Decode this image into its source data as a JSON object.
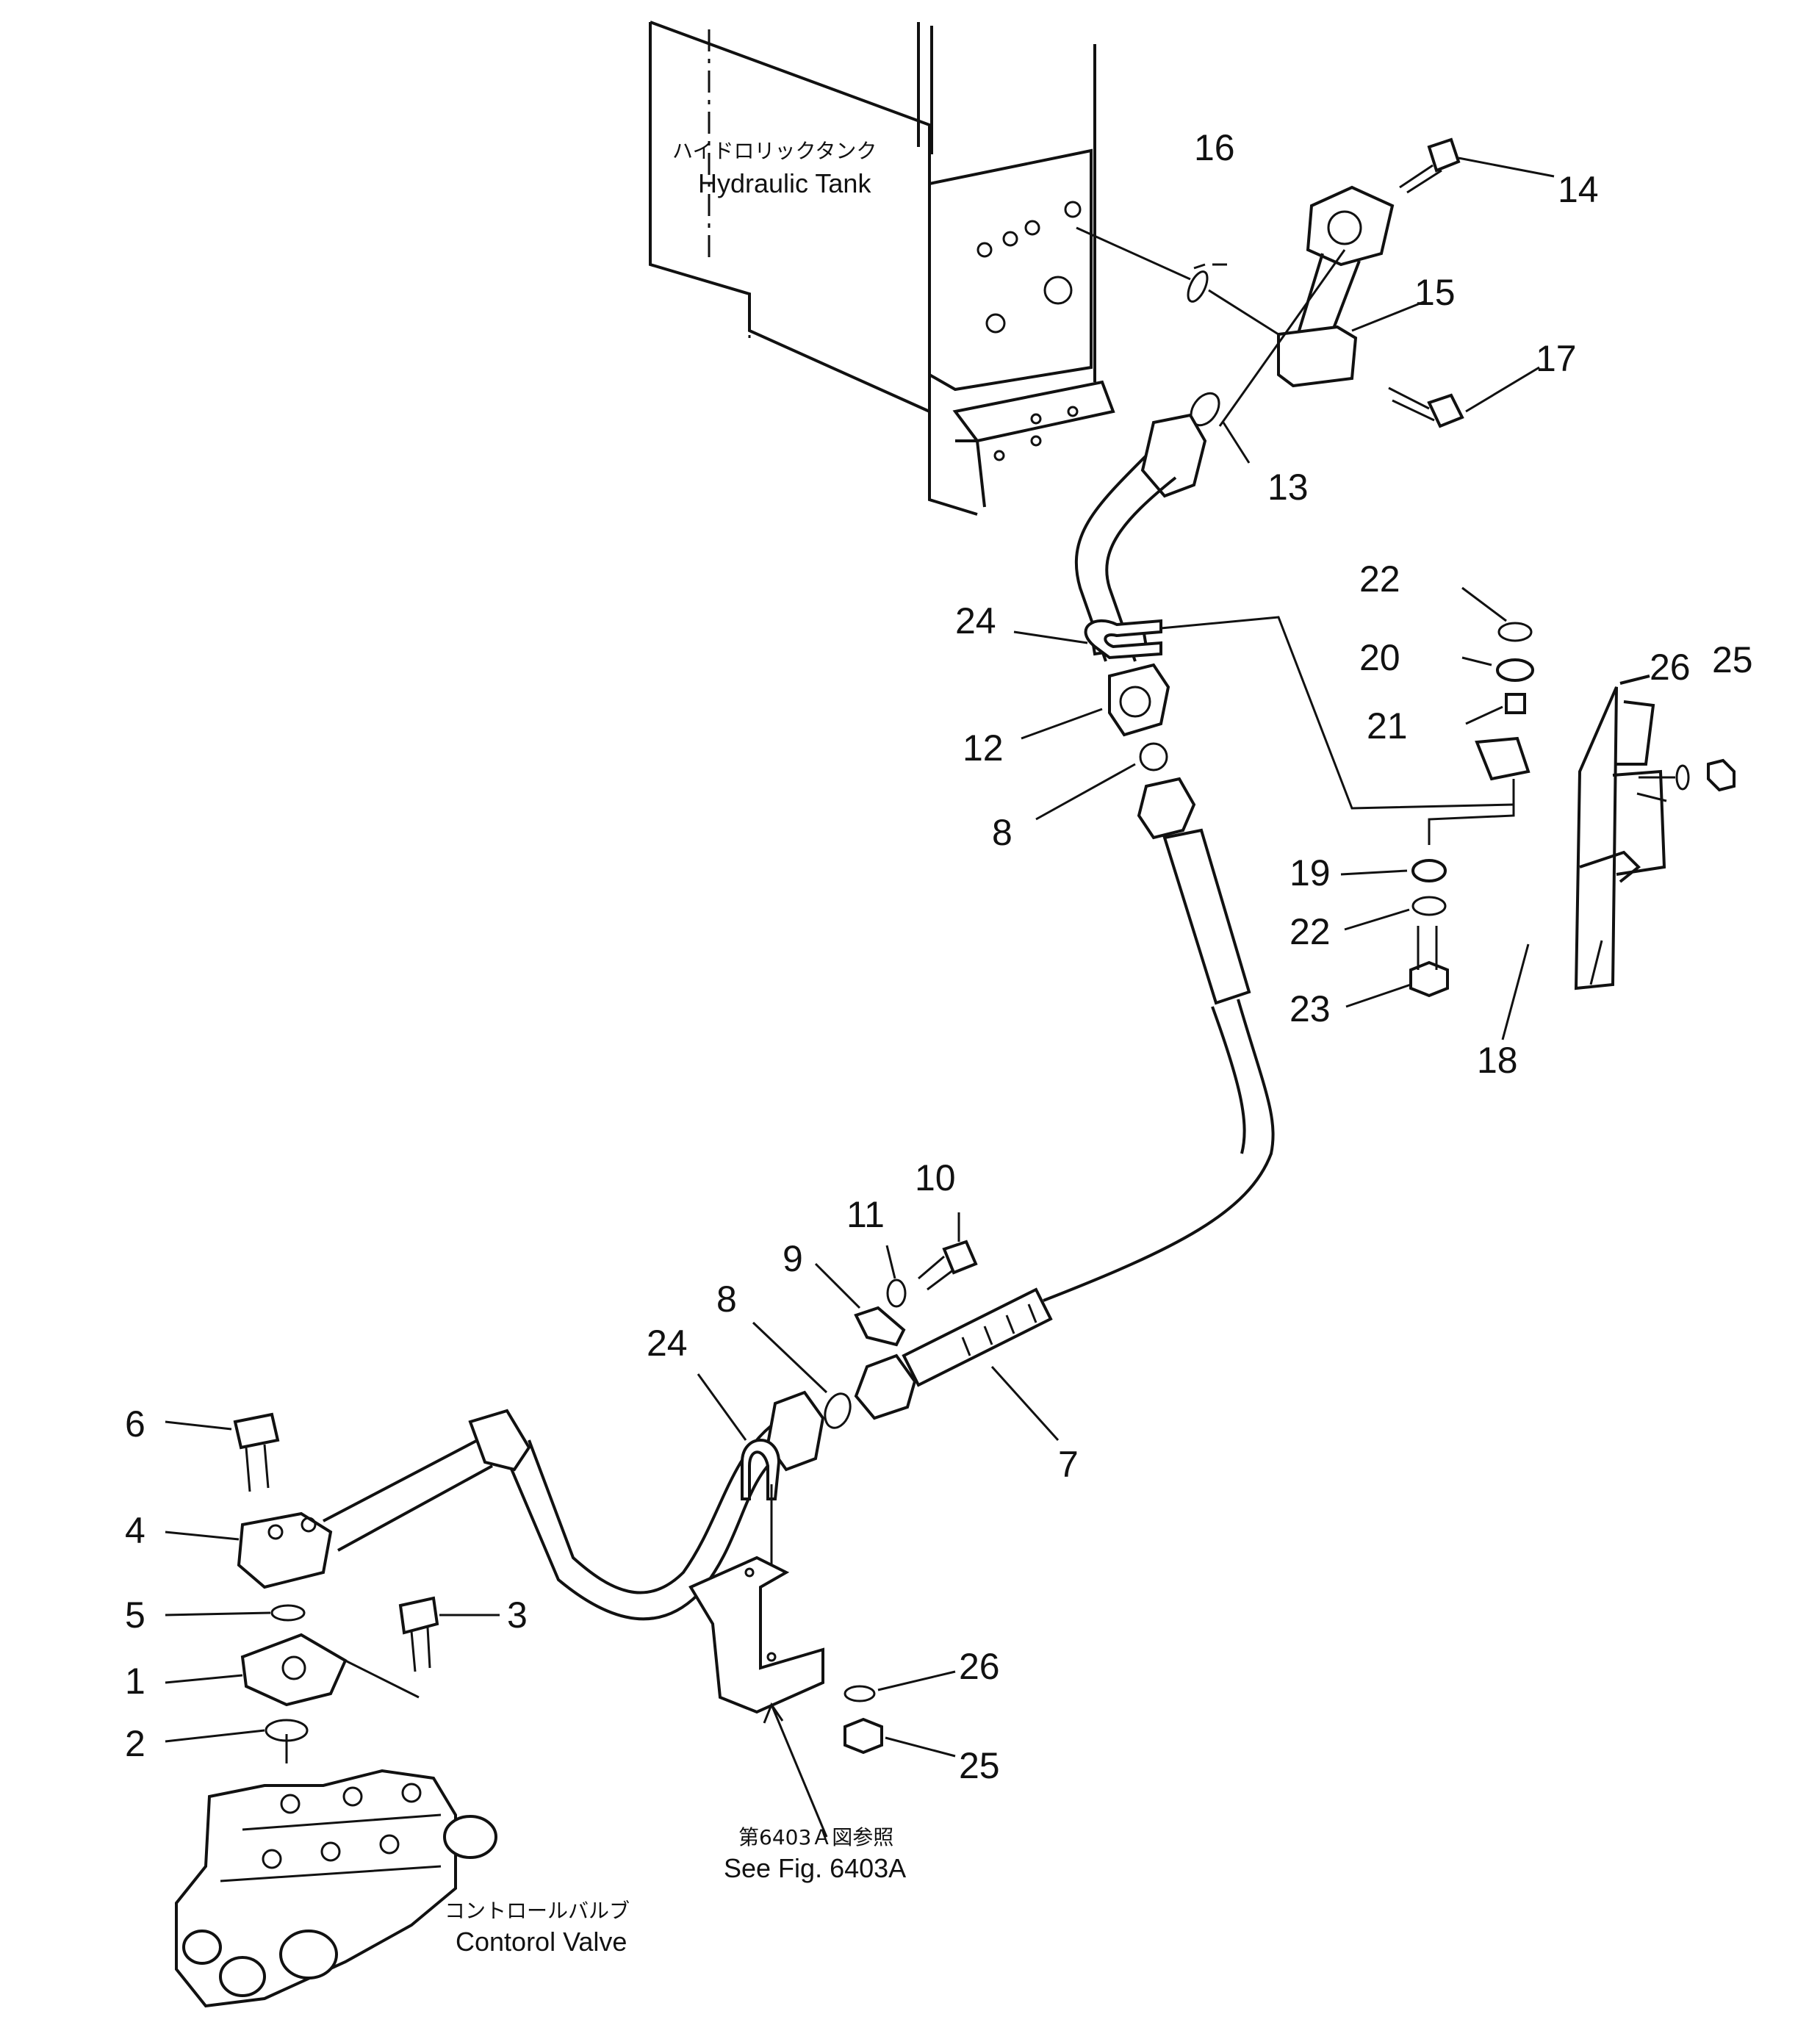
{
  "labels": {
    "tank_jp": "ハイドロリックタンク",
    "tank_en": "Hydraulic Tank",
    "valve_jp": "コントロールバルブ",
    "valve_en": "Contorol Valve",
    "ref_jp": "第6403Ａ図参照",
    "ref_en": "See Fig. 6403A"
  },
  "callouts": {
    "c16": "16",
    "c14": "14",
    "c15": "15",
    "c17": "17",
    "c13": "13",
    "c22a": "22",
    "c20": "20",
    "c21": "21",
    "c26a": "26",
    "c25a": "25",
    "c24a": "24",
    "c12": "12",
    "c8a": "8",
    "c19": "19",
    "c22b": "22",
    "c23": "23",
    "c18": "18",
    "c10": "10",
    "c11": "11",
    "c9": "9",
    "c8b": "8",
    "c24b": "24",
    "c7": "7",
    "c6": "6",
    "c4": "4",
    "c5": "5",
    "c3": "3",
    "c1": "1",
    "c2": "2",
    "c26b": "26",
    "c25b": "25"
  }
}
